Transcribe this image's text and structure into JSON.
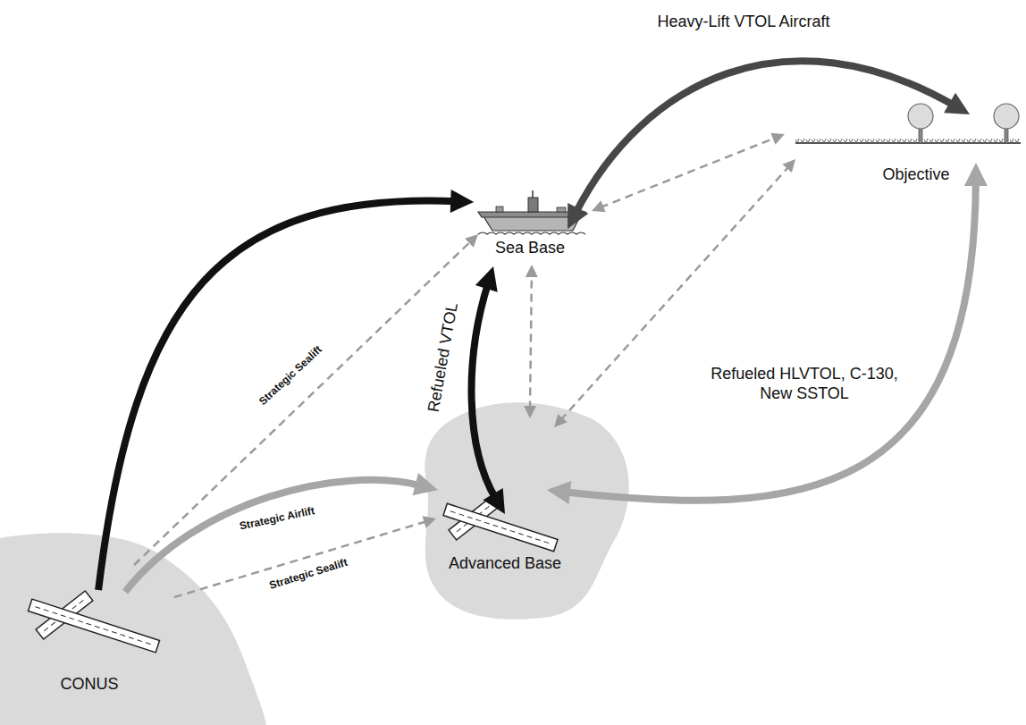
{
  "diagram": {
    "nodes": [
      {
        "text": [
          "CONUS"
        ]
      },
      {
        "text": [
          "Advanced Base"
        ]
      },
      {
        "text": [
          "Sea Base"
        ]
      },
      {
        "text": [
          "Objective"
        ]
      }
    ],
    "edges": [
      {
        "from": 0,
        "to": 2,
        "arrow": "to"
      },
      {
        "from": 0,
        "to": 2,
        "label": "Strategic Sealift",
        "arrow": "to"
      },
      {
        "from": 0,
        "to": 1,
        "label": "Strategic Airlift",
        "arrow": "to"
      },
      {
        "from": 0,
        "to": 1,
        "label": "Strategic Sealift",
        "arrow": "to"
      },
      {
        "from": 2,
        "to": 1,
        "label": "Refueled VTOL",
        "arrow": "both"
      },
      {
        "from": 1,
        "to": 2,
        "arrow": "both"
      },
      {
        "from": 1,
        "to": 3,
        "arrow": "both"
      },
      {
        "from": 2,
        "to": 3,
        "arrow": "both"
      },
      {
        "from": 2,
        "to": 3,
        "label": "Heavy-Lift VTOL Aircraft",
        "arrow": "both"
      },
      {
        "from": 1,
        "to": 3,
        "label": "Refueled HLVTOL, C-130, New SSTOL",
        "arrow": "both"
      }
    ]
  }
}
